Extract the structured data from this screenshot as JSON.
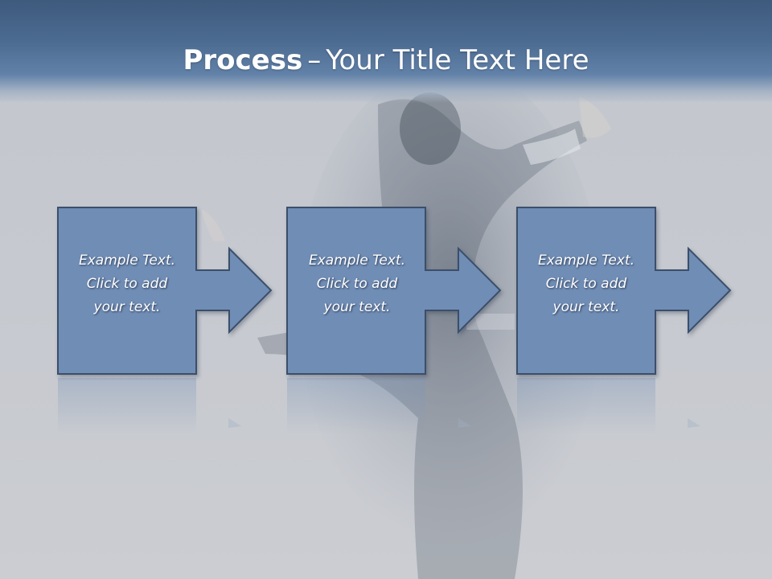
{
  "slide": {
    "title_bold": "Process",
    "title_separator": "–",
    "title_rest": "Your Title Text Here"
  },
  "steps": [
    {
      "lines": [
        "Example Text.",
        "Click  to add",
        "your text."
      ]
    },
    {
      "lines": [
        "Example Text.",
        "Click  to add",
        "your text."
      ]
    },
    {
      "lines": [
        "Example Text.",
        "Click  to add",
        "your text."
      ]
    }
  ],
  "colors": {
    "header": "#4c6b91",
    "box_fill": "#6f8db5",
    "box_border": "#3b4f6b",
    "background": "#c6c9cf"
  }
}
